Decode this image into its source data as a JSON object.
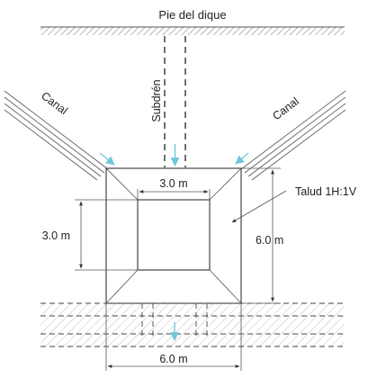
{
  "labels": {
    "dam_toe": "Pie del dique",
    "subdrain": "Subdrén",
    "channel_left": "Canal",
    "channel_right": "Canal",
    "slope": "Talud 1H:1V",
    "top_width": "3.0 m",
    "inner_height": "3.0 m",
    "outer_height": "6.0 m",
    "bottom_width": "6.0 m"
  },
  "colors": {
    "flow_arrow": "#6fc7d8",
    "line": "#333333",
    "hatch": "#777777"
  }
}
